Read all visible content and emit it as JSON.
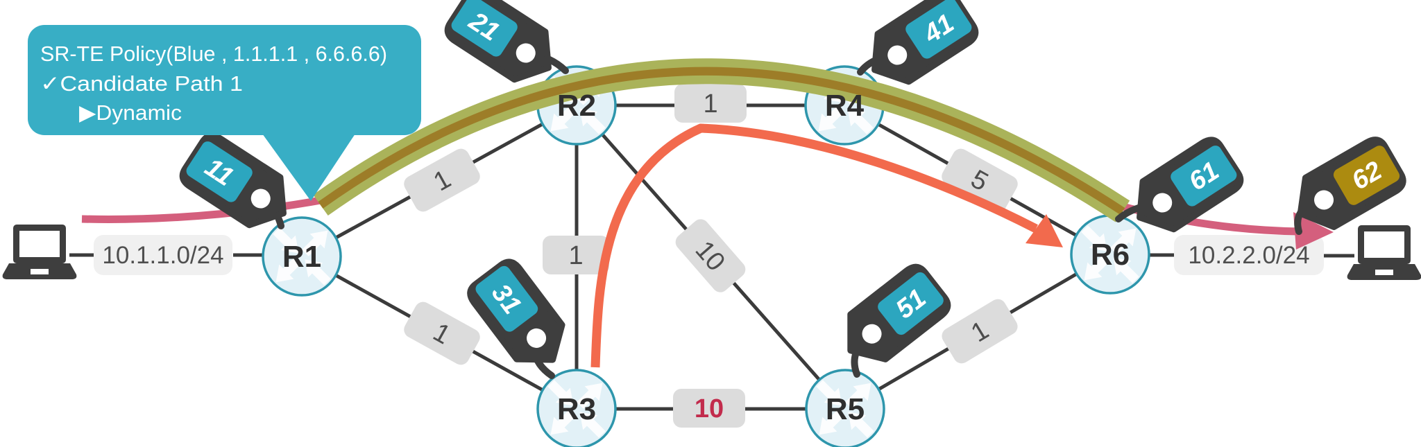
{
  "title": "SR-TE dynamic candidate path topology",
  "colors": {
    "teal_bubble": "#38aec5",
    "tag_teal": "#2ca6bf",
    "tag_gold": "#ac8b10",
    "tag_dark": "#3e3e3e",
    "olive_band": "#aab35a",
    "olive_stripe": "#9d7d28",
    "pink_flow": "#d45f7d",
    "orange_flow": "#f26a4d",
    "link": "#3b3b3b",
    "cost_red": "#c22b4c",
    "router_fill": "#e2f1f7",
    "router_stroke": "#2e96ac"
  },
  "callout": {
    "lines": [
      "SR-TE Policy(Blue , 1.1.1.1 , 6.6.6.6)",
      "✓Candidate Path 1",
      "▶Dynamic"
    ]
  },
  "routers": [
    {
      "id": "R1",
      "label": "R1"
    },
    {
      "id": "R2",
      "label": "R2"
    },
    {
      "id": "R3",
      "label": "R3"
    },
    {
      "id": "R4",
      "label": "R4"
    },
    {
      "id": "R5",
      "label": "R5"
    },
    {
      "id": "R6",
      "label": "R6"
    }
  ],
  "sid_tags": [
    {
      "value": "11",
      "attached_to": "R1",
      "color": "teal"
    },
    {
      "value": "21",
      "attached_to": "R2",
      "color": "teal"
    },
    {
      "value": "31",
      "attached_to": "R3",
      "color": "teal"
    },
    {
      "value": "41",
      "attached_to": "R4",
      "color": "teal"
    },
    {
      "value": "51",
      "attached_to": "R5",
      "color": "teal"
    },
    {
      "value": "61",
      "attached_to": "R6",
      "color": "teal"
    },
    {
      "value": "62",
      "attached_to": "R6-egress",
      "color": "gold"
    }
  ],
  "link_costs": [
    {
      "link": "R1-R2",
      "value": "1"
    },
    {
      "link": "R2-R4",
      "value": "1"
    },
    {
      "link": "R2-R3",
      "value": "1"
    },
    {
      "link": "R2-R5",
      "value": "10"
    },
    {
      "link": "R4-R6",
      "value": "5"
    },
    {
      "link": "R1-R3",
      "value": "1"
    },
    {
      "link": "R3-R5",
      "value": "10",
      "highlight": "red"
    },
    {
      "link": "R5-R6",
      "value": "1"
    }
  ],
  "networks": [
    {
      "label": "10.1.1.0/24",
      "between": [
        "host-left",
        "R1"
      ]
    },
    {
      "label": "10.2.2.0/24",
      "between": [
        "R6",
        "host-right"
      ]
    }
  ]
}
